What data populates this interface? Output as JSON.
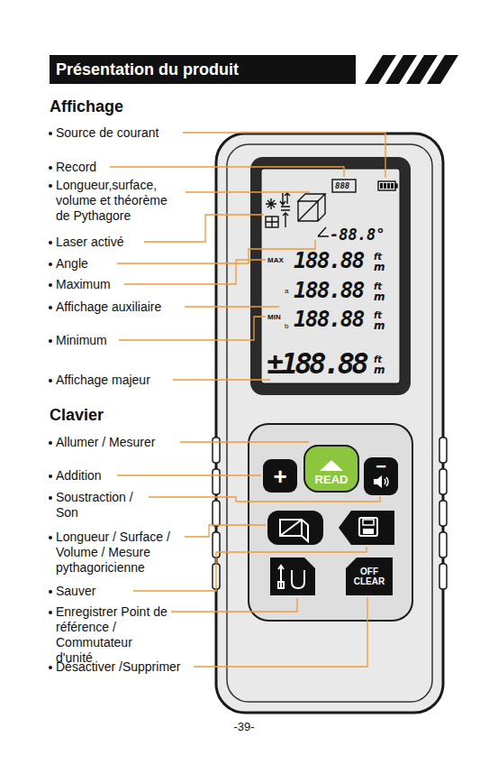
{
  "diagram": {
    "title": "Présentation du produit",
    "nodes": [
      {
        "text": [
          "READ"
        ]
      },
      {
        "text": [
          "+"
        ]
      },
      {
        "text": [
          "−"
        ]
      },
      {
        "text": [
          "OFF CLEAR"
        ]
      }
    ],
    "labels": [
      "Affichage",
      "Source de courant",
      "Record",
      "Longueur,surface, volume et théorème de Pythagore",
      "Laser activé",
      "Angle",
      "Maximum",
      "Affichage auxiliaire",
      "Minimum",
      "Affichage majeur",
      "Clavier",
      "Allumer / Mesurer",
      "Addition",
      "Soustraction / Son",
      "Longueur / Surface / Volume / Mesure pythagoricienne",
      "Sauver",
      "Enregistrer Point de référence / Commutateur d'unité",
      "Désactiver /Supprimer",
      "-39-",
      "888",
      "-88.8°",
      "MAX",
      "188.88",
      "ft",
      "m",
      "a",
      "188.88",
      "ft",
      "m",
      "MIN",
      "b",
      "188.88",
      "ft",
      "m",
      "±188.88",
      "ft",
      "m"
    ]
  }
}
